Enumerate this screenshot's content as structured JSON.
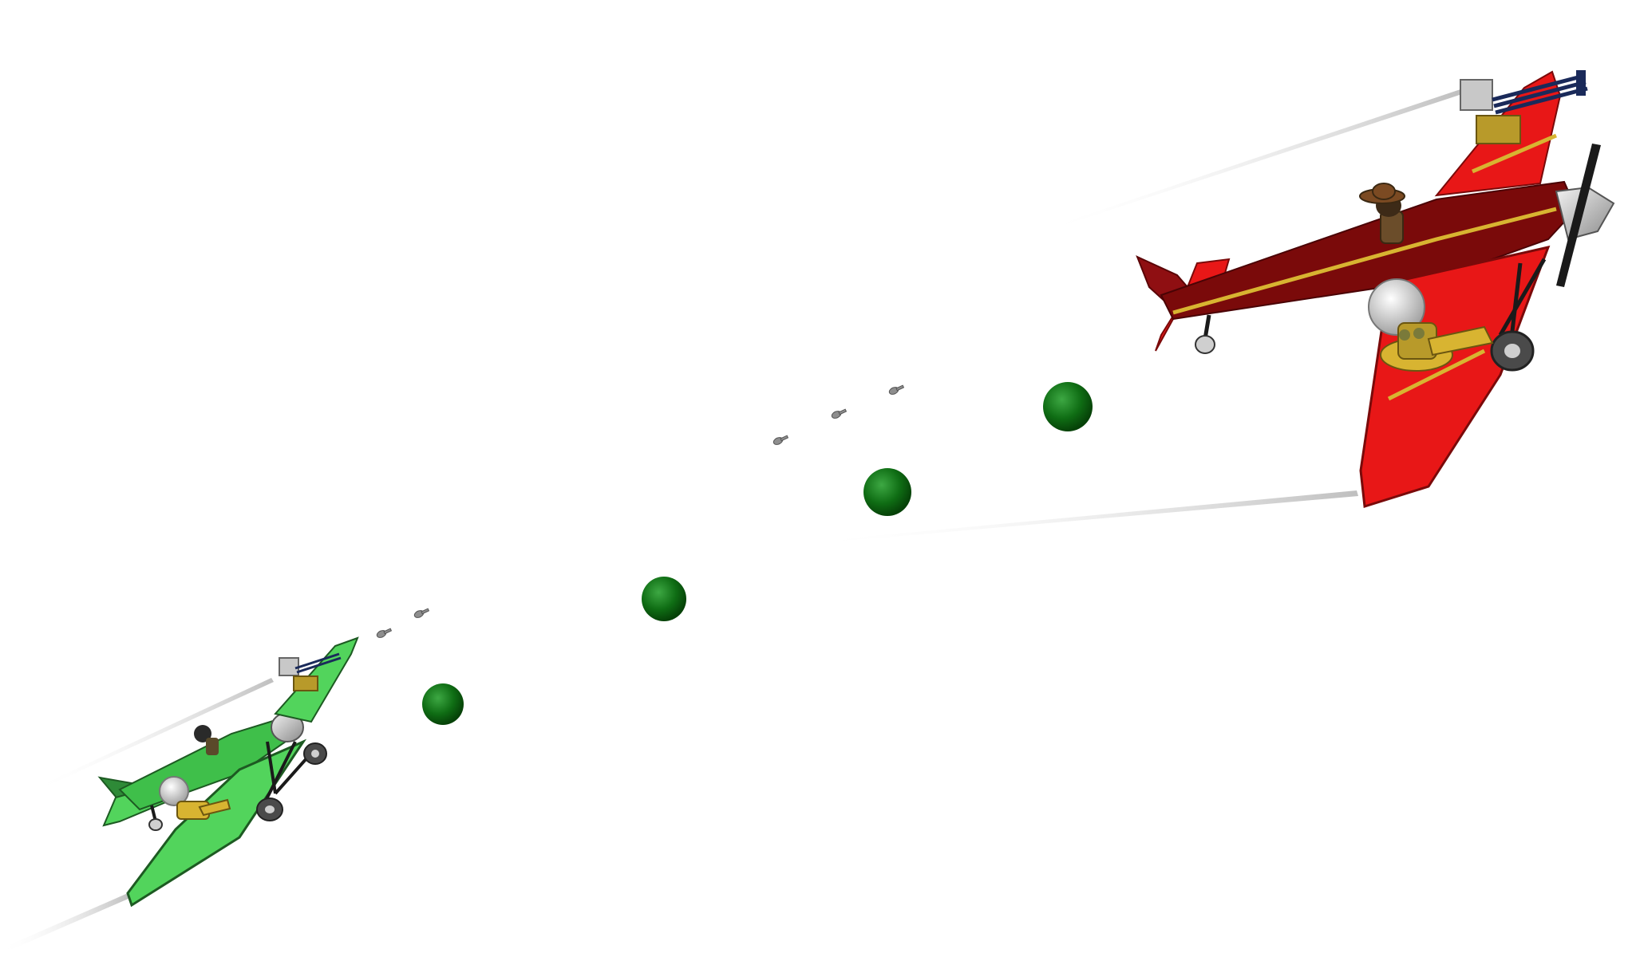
{
  "scene": {
    "background": "#ffffff",
    "player_plane": {
      "name": "green-plane",
      "body_color": "#3fbf4a",
      "wing_color": "#52d45c",
      "accent_color": "#d8b431",
      "pilot_color": "#2a2a2a"
    },
    "enemy_plane": {
      "name": "red-plane",
      "body_color": "#7a0a0a",
      "wing_color": "#e81717",
      "accent_color": "#d8b431",
      "pilot_hat_color": "#7b4a22"
    },
    "projectiles": {
      "green_orb_color": "#0f6d14",
      "green_orb_count": 4,
      "small_bullet_count": 5
    },
    "trails": {
      "color": "#c8c8c8",
      "count": 4
    }
  }
}
